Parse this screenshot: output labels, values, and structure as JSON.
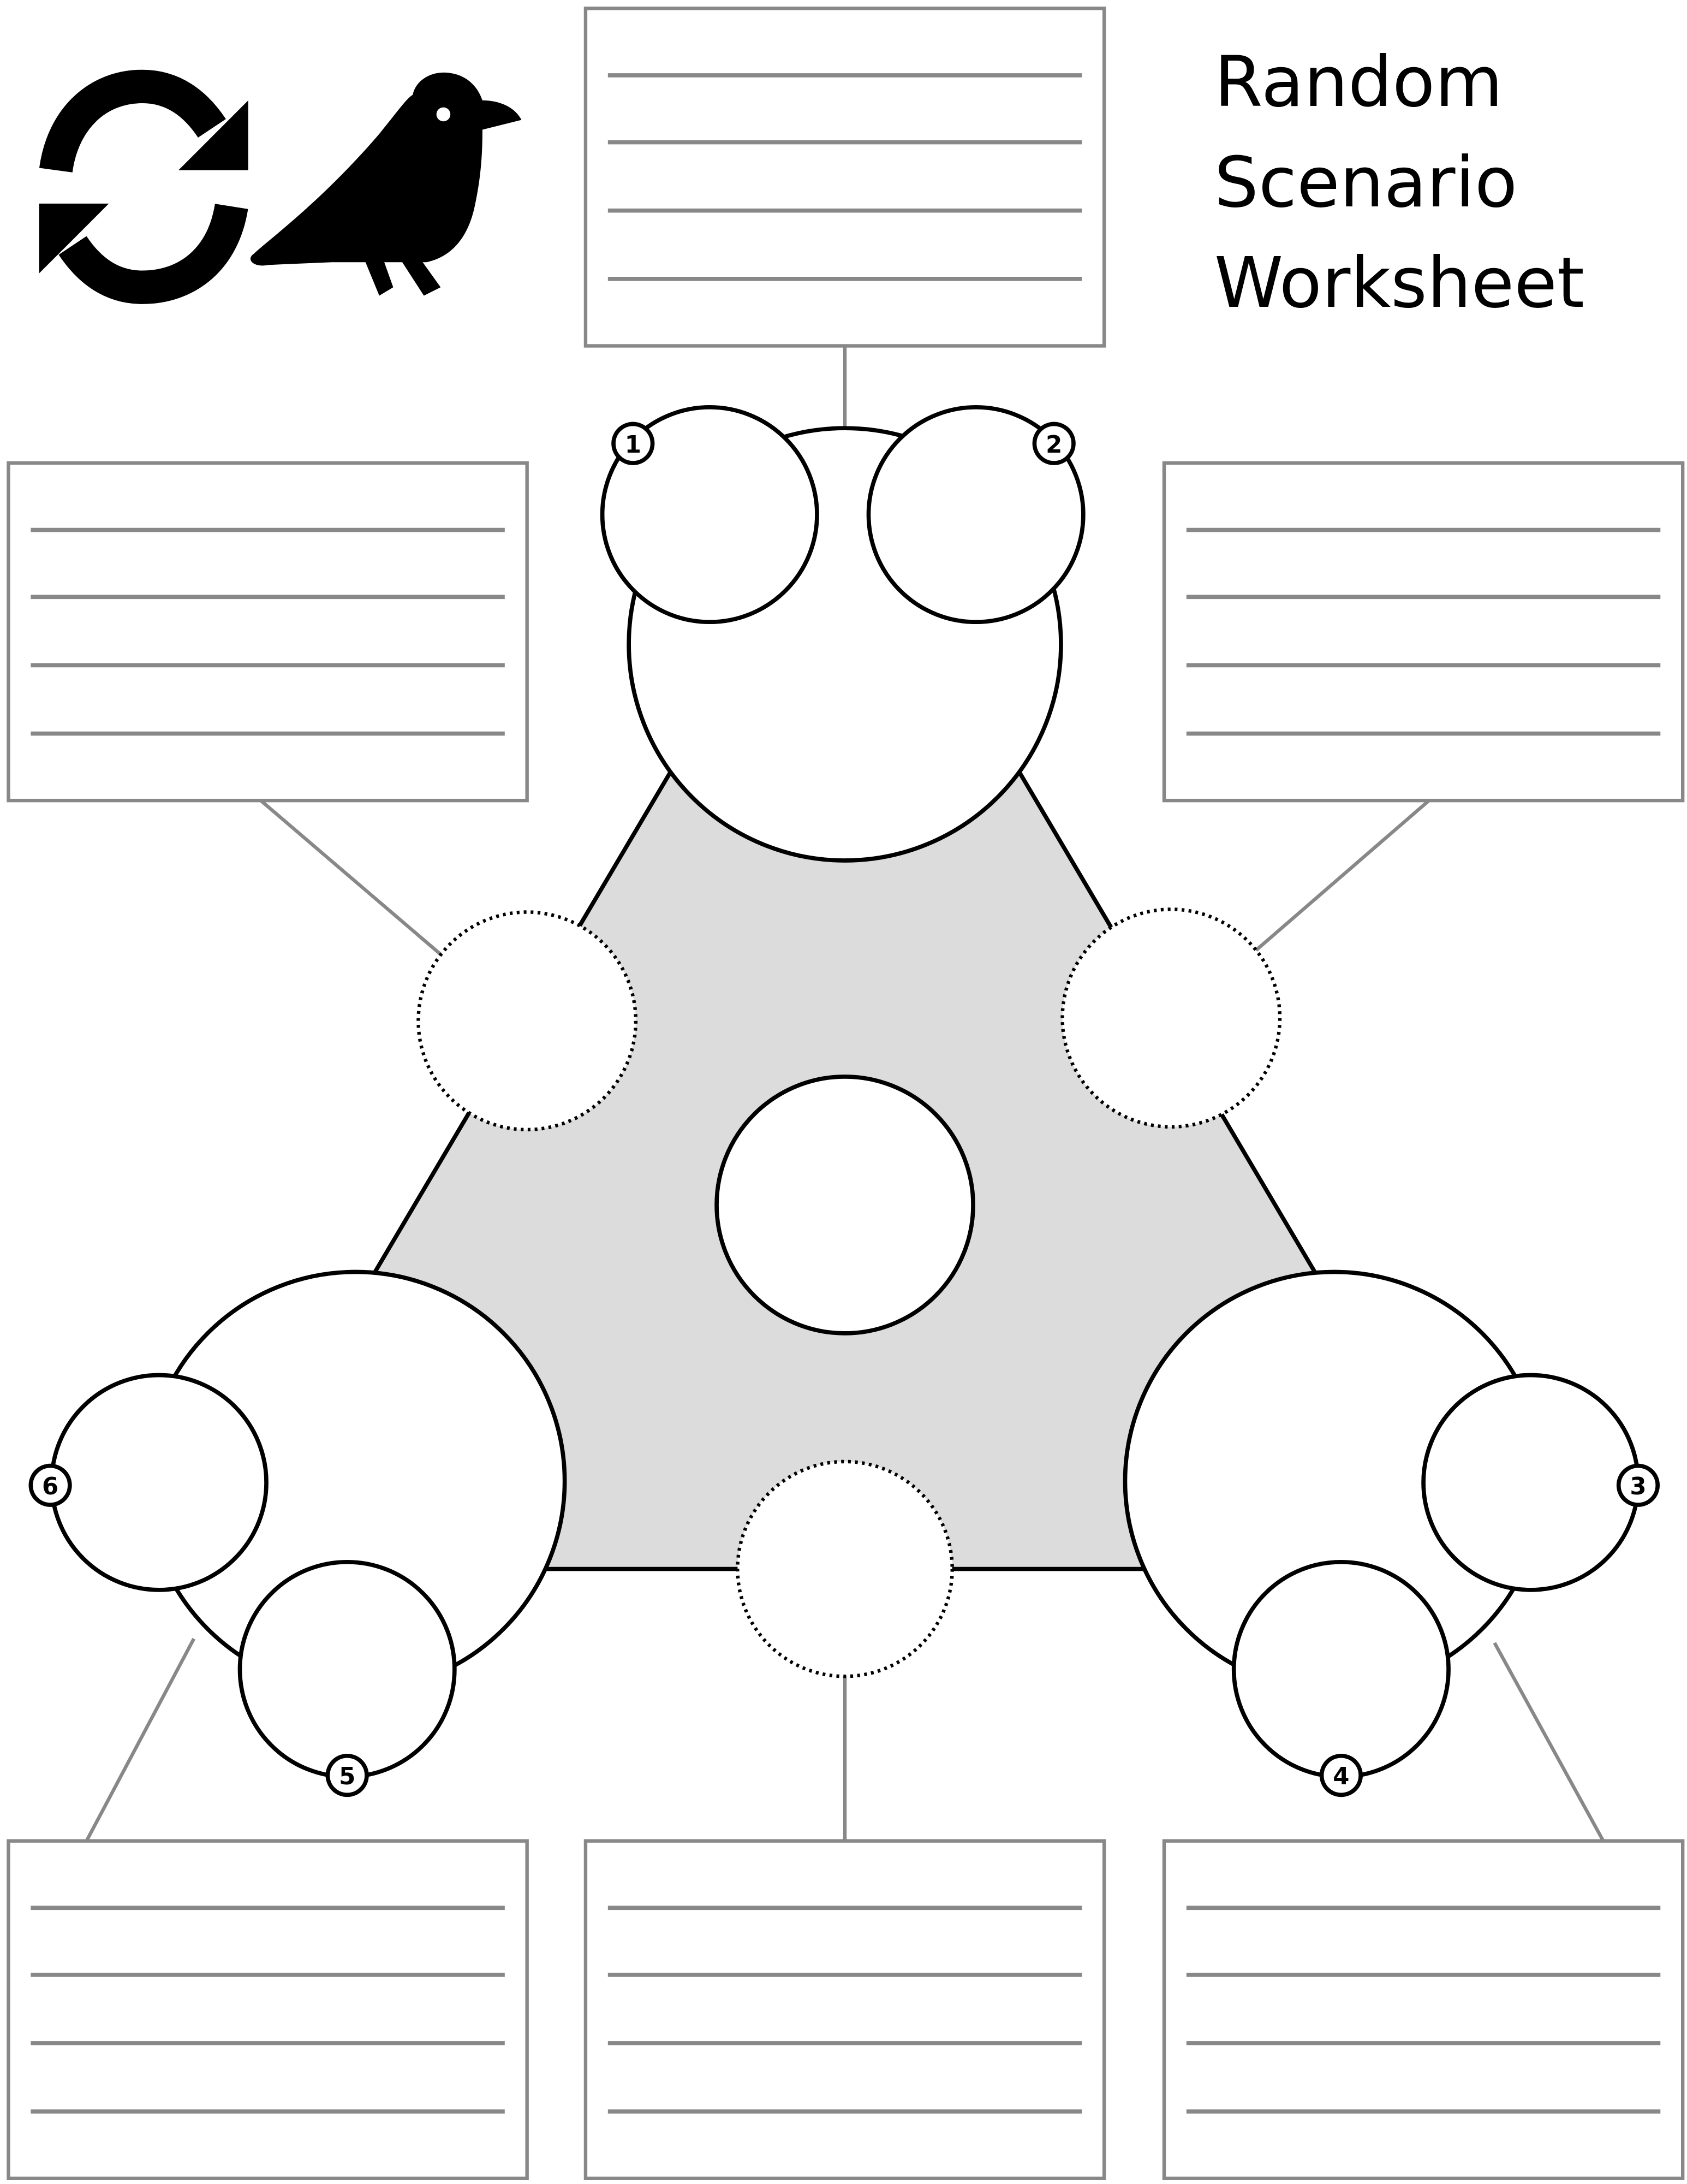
{
  "title": {
    "lines": [
      "Random",
      "Scenario",
      "Worksheet"
    ]
  },
  "icons": [
    "refresh-icon",
    "crow-icon"
  ],
  "badges": [
    "1",
    "2",
    "3",
    "4",
    "5",
    "6"
  ],
  "colors": {
    "triangle_fill": "#dcdcdc",
    "rule_gray": "#888888",
    "outline": "#000000"
  }
}
